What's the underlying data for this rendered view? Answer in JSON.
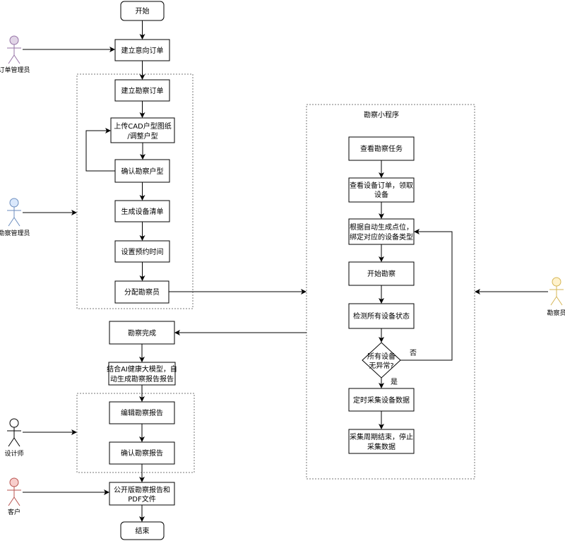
{
  "colors": {
    "stroke": "#000000",
    "group_border": "#777777",
    "actor_purple": "#9673a6",
    "actor_purple_fill": "#e1d5e7",
    "actor_blue": "#6c8ebf",
    "actor_blue_fill": "#dae8fc",
    "actor_yellow": "#d6b656",
    "actor_yellow_fill": "#fff2cc",
    "actor_red": "#b85450",
    "actor_red_fill": "#f8cecc",
    "actor_black": "#000000",
    "actor_black_fill": "#ffffff"
  },
  "main_flow": {
    "start": "开始",
    "create_intent_order": "建立意向订单",
    "create_survey_order": "建立勘察订单",
    "upload_cad_line1": "上传CAD户型图纸",
    "upload_cad_line2": "/调整户型",
    "confirm_floorplan": "确认勘察户型",
    "generate_device_list": "生成设备清单",
    "set_appointment": "设置预约时间",
    "assign_surveyor": "分配勘察员",
    "survey_done": "勘察完成",
    "ai_report_line1": "结合AI健康大模型，自",
    "ai_report_line2": "动生成勘察报告报告",
    "edit_report": "编辑勘察报告",
    "confirm_report": "确认勘察报告",
    "publish_line1": "公开版勘察报告和",
    "publish_line2": "PDF文件",
    "end": "结束"
  },
  "mini_program": {
    "title": "勘察小程序",
    "view_tasks": "查看勘察任务",
    "view_order_line1": "查看设备订单，领取",
    "view_order_line2": "设备",
    "auto_points_line1": "根据自动生成点位，",
    "auto_points_line2": "绑定对应的设备类型",
    "start_survey": "开始勘察",
    "check_status": "检测所有设备状态",
    "decision_line1": "所有设备",
    "decision_line2": "无异常?",
    "no_label": "否",
    "yes_label": "是",
    "timed_collect": "定时采集设备数据",
    "end_collect_line1": "采集周期结束，停止",
    "end_collect_line2": "采集数据"
  },
  "actors": {
    "order_manager": "订单管理员",
    "survey_manager": "勘察管理员",
    "designer": "设计师",
    "customer": "客户",
    "surveyor": "勘察员"
  }
}
